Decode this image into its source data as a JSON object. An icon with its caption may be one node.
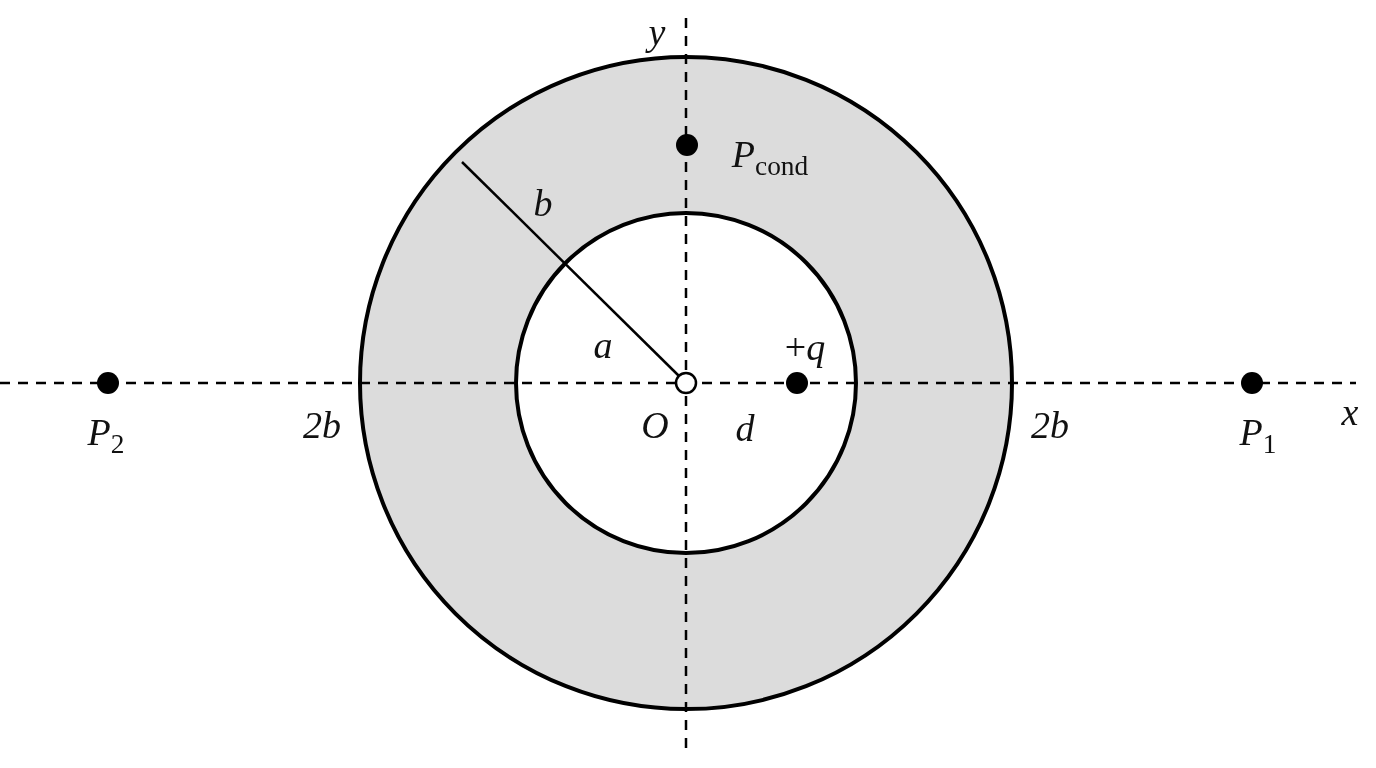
{
  "diagram": {
    "labels": [
      "y",
      "*P*$_{cond}$",
      "b",
      "a",
      "+*q*",
      "*P*$_{2}$",
      "2b",
      "O",
      "d",
      "2b",
      "*P*$_{1}$",
      "x"
    ]
  }
}
